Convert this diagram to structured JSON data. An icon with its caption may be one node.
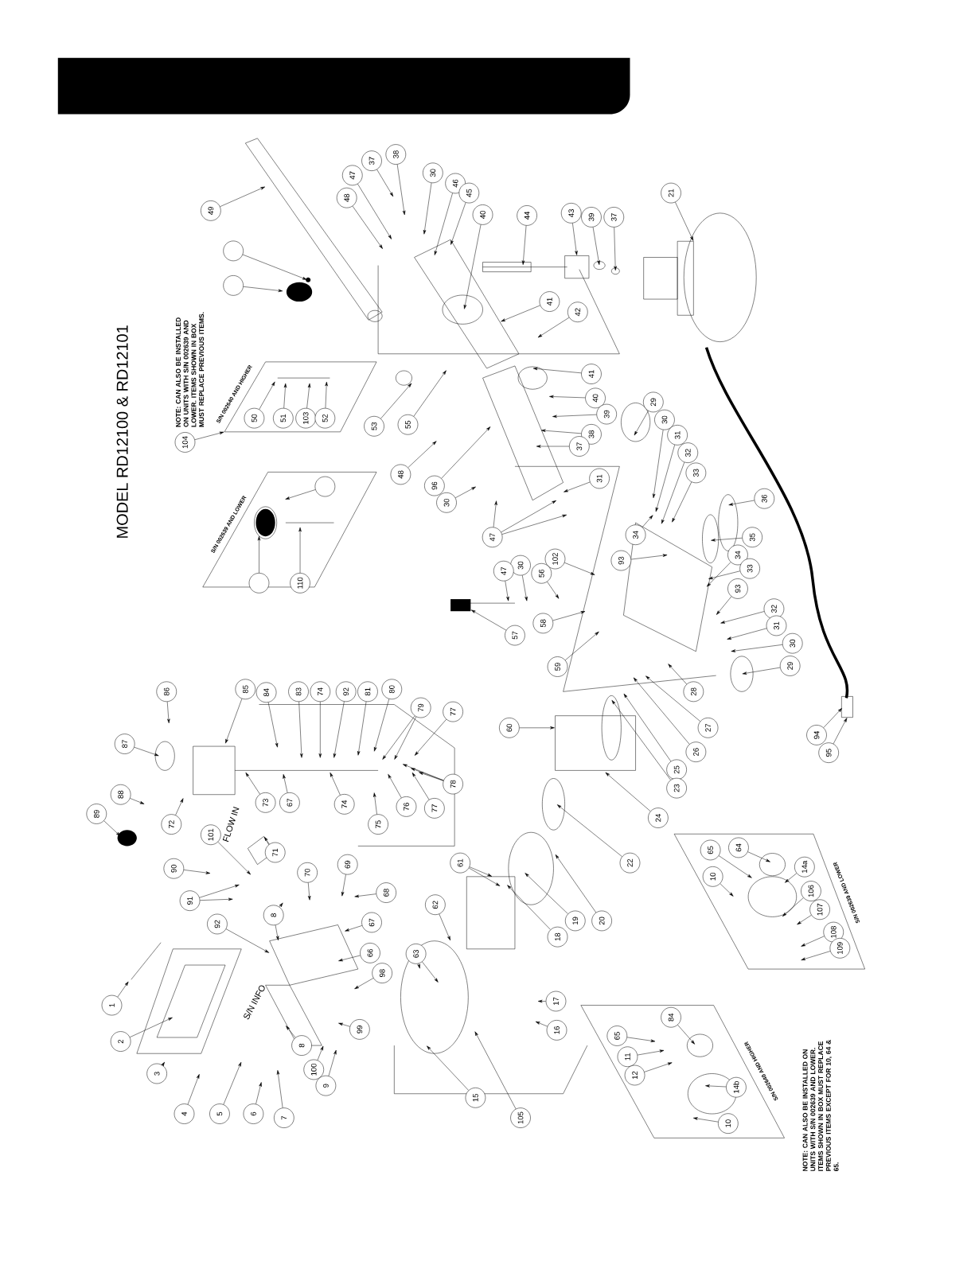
{
  "diagram": {
    "title": "MODEL RD12100 & RD12101",
    "nodes": [
      {
        "text": [
          "49"
        ]
      },
      {
        "text": [],
        "shape": "circle"
      },
      {
        "text": [],
        "shape": "circle"
      },
      {
        "text": [
          "48"
        ]
      },
      {
        "text": [
          "47"
        ]
      },
      {
        "text": [
          "37"
        ]
      },
      {
        "text": [
          "38"
        ]
      },
      {
        "text": [
          "30"
        ]
      },
      {
        "text": [
          "46"
        ]
      },
      {
        "text": [
          "45"
        ]
      },
      {
        "text": [
          "40"
        ]
      },
      {
        "text": [
          "44"
        ]
      },
      {
        "text": [
          "43"
        ]
      },
      {
        "text": [
          "39"
        ]
      },
      {
        "text": [
          "37"
        ]
      },
      {
        "text": [
          "21"
        ]
      },
      {
        "text": [
          "41"
        ]
      },
      {
        "text": [
          "42"
        ]
      },
      {
        "text": [
          "41"
        ]
      },
      {
        "text": [
          "40"
        ]
      },
      {
        "text": [
          "39"
        ]
      },
      {
        "text": [
          "38"
        ]
      },
      {
        "text": [
          "37"
        ]
      },
      {
        "text": [
          "55"
        ]
      },
      {
        "text": [
          "53"
        ]
      },
      {
        "text": [
          "48"
        ]
      },
      {
        "text": [
          "96"
        ]
      },
      {
        "text": [
          "30"
        ]
      },
      {
        "text": [
          "31"
        ]
      },
      {
        "text": [
          "47"
        ]
      },
      {
        "text": [
          "29"
        ]
      },
      {
        "text": [
          "30"
        ]
      },
      {
        "text": [
          "31"
        ]
      },
      {
        "text": [
          "32"
        ]
      },
      {
        "text": [
          "33"
        ]
      },
      {
        "text": [
          "36"
        ]
      },
      {
        "text": [
          "35"
        ]
      },
      {
        "text": [
          "34"
        ]
      },
      {
        "text": [
          "93"
        ]
      },
      {
        "text": [
          "34"
        ]
      },
      {
        "text": [
          "33"
        ]
      },
      {
        "text": [
          "93"
        ]
      },
      {
        "text": [
          "32"
        ]
      },
      {
        "text": [
          "31"
        ]
      },
      {
        "text": [
          "30"
        ]
      },
      {
        "text": [
          "29"
        ]
      },
      {
        "text": [
          "102"
        ]
      },
      {
        "text": [
          "56"
        ]
      },
      {
        "text": [
          "30"
        ]
      },
      {
        "text": [
          "47"
        ]
      },
      {
        "text": [
          "57"
        ]
      },
      {
        "text": [
          "58"
        ]
      },
      {
        "text": [
          "59"
        ]
      },
      {
        "text": [
          "60"
        ]
      },
      {
        "text": [
          "28"
        ]
      },
      {
        "text": [
          "27"
        ]
      },
      {
        "text": [
          "26"
        ]
      },
      {
        "text": [
          "25"
        ]
      },
      {
        "text": [
          "23"
        ]
      },
      {
        "text": [
          "24"
        ]
      },
      {
        "text": [
          "22"
        ]
      },
      {
        "text": [
          "20"
        ]
      },
      {
        "text": [
          "19"
        ]
      },
      {
        "text": [
          "18"
        ]
      },
      {
        "text": [
          "61"
        ]
      },
      {
        "text": [
          "62"
        ]
      },
      {
        "text": [
          "63"
        ]
      },
      {
        "text": [
          "17"
        ]
      },
      {
        "text": [
          "16"
        ]
      },
      {
        "text": [
          "15"
        ]
      },
      {
        "text": [
          "105"
        ]
      },
      {
        "text": [
          "94"
        ]
      },
      {
        "text": [
          "95"
        ]
      },
      {
        "text": [
          "86"
        ]
      },
      {
        "text": [
          "87"
        ]
      },
      {
        "text": [
          "88"
        ]
      },
      {
        "text": [
          "89"
        ]
      },
      {
        "text": [
          "72"
        ]
      },
      {
        "text": [
          "85"
        ]
      },
      {
        "text": [
          "84"
        ]
      },
      {
        "text": [
          "83"
        ]
      },
      {
        "text": [
          "74"
        ]
      },
      {
        "text": [
          "92"
        ]
      },
      {
        "text": [
          "81"
        ]
      },
      {
        "text": [
          "80"
        ]
      },
      {
        "text": [
          "79"
        ]
      },
      {
        "text": [
          "77"
        ]
      },
      {
        "text": [
          "78"
        ]
      },
      {
        "text": [
          "77"
        ]
      },
      {
        "text": [
          "76"
        ]
      },
      {
        "text": [
          "75"
        ]
      },
      {
        "text": [
          "74"
        ]
      },
      {
        "text": [
          "67"
        ]
      },
      {
        "text": [
          "73"
        ]
      },
      {
        "text": [
          "71"
        ]
      },
      {
        "text": [
          "101"
        ]
      },
      {
        "text": [
          "90"
        ]
      },
      {
        "text": [
          "91"
        ]
      },
      {
        "text": [
          "92"
        ]
      },
      {
        "text": [
          "70"
        ]
      },
      {
        "text": [
          "69"
        ]
      },
      {
        "text": [
          "8"
        ]
      },
      {
        "text": [
          "67"
        ]
      },
      {
        "text": [
          "68"
        ]
      },
      {
        "text": [
          "66"
        ]
      },
      {
        "text": [
          "98"
        ]
      },
      {
        "text": [
          "99"
        ]
      },
      {
        "text": [
          "100"
        ]
      },
      {
        "text": [
          "9"
        ]
      },
      {
        "text": [
          "8"
        ]
      },
      {
        "text": [
          "7"
        ]
      },
      {
        "text": [
          "6"
        ]
      },
      {
        "text": [
          "5"
        ]
      },
      {
        "text": [
          "4"
        ]
      },
      {
        "text": [
          "3"
        ]
      },
      {
        "text": [
          "2"
        ]
      },
      {
        "text": [
          "1"
        ]
      },
      {
        "text": [
          "S/N 002640 AND HIGHER"
        ]
      },
      {
        "text": [
          "104"
        ]
      },
      {
        "text": [
          "50"
        ],
        "in": 117
      },
      {
        "text": [
          "51"
        ],
        "in": 117
      },
      {
        "text": [
          "103"
        ],
        "in": 117
      },
      {
        "text": [
          "52"
        ],
        "in": 117
      },
      {
        "text": [
          "S/N 002639 AND LOWER"
        ]
      },
      {
        "text": [],
        "shape": "circle",
        "in": 123
      },
      {
        "text": [],
        "shape": "circle",
        "in": 123
      },
      {
        "text": [
          "110"
        ],
        "in": 123
      },
      {
        "text": [
          "S/N 002639 AND LOWER"
        ]
      },
      {
        "text": [
          "65"
        ],
        "in": 127
      },
      {
        "text": [
          "64"
        ],
        "in": 127
      },
      {
        "text": [
          "10"
        ],
        "in": 127
      },
      {
        "text": [
          "14a"
        ],
        "in": 127
      },
      {
        "text": [
          "106"
        ],
        "in": 127
      },
      {
        "text": [
          "107"
        ],
        "in": 127
      },
      {
        "text": [
          "108"
        ],
        "in": 127
      },
      {
        "text": [
          "109"
        ],
        "in": 127
      },
      {
        "text": [
          "S/N 002640 AND HIGHER"
        ]
      },
      {
        "text": [
          "65"
        ],
        "in": 136
      },
      {
        "text": [
          "11"
        ],
        "in": 136
      },
      {
        "text": [
          "12"
        ],
        "in": 136
      },
      {
        "text": [
          "84"
        ],
        "in": 136
      },
      {
        "text": [
          "14b"
        ],
        "in": 136
      },
      {
        "text": [
          "10"
        ],
        "in": 136
      }
    ],
    "edges": [
      {
        "from": 0,
        "to": null,
        "arrow": "to"
      },
      {
        "from": 1,
        "to": null,
        "arrow": "to"
      },
      {
        "from": 2,
        "to": null,
        "arrow": "to"
      },
      {
        "from": 3,
        "to": null,
        "arrow": "to"
      },
      {
        "from": 4,
        "to": null,
        "arrow": "to"
      },
      {
        "from": 5,
        "to": null,
        "arrow": "to"
      },
      {
        "from": 6,
        "to": null,
        "arrow": "to"
      },
      {
        "from": 7,
        "to": null,
        "arrow": "to"
      },
      {
        "from": 8,
        "to": null,
        "arrow": "to"
      },
      {
        "from": 9,
        "to": null,
        "arrow": "to"
      },
      {
        "from": 10,
        "to": null,
        "arrow": "to"
      },
      {
        "from": 11,
        "to": null,
        "arrow": "to"
      },
      {
        "from": 12,
        "to": null,
        "arrow": "to"
      },
      {
        "from": 13,
        "to": null,
        "arrow": "to"
      },
      {
        "from": 14,
        "to": null,
        "arrow": "to"
      },
      {
        "from": 15,
        "to": null,
        "arrow": "to"
      },
      {
        "from": 16,
        "to": null,
        "arrow": "to"
      },
      {
        "from": 17,
        "to": null,
        "arrow": "to"
      },
      {
        "from": 18,
        "to": null,
        "arrow": "to"
      },
      {
        "from": 19,
        "to": null,
        "arrow": "to"
      },
      {
        "from": 20,
        "to": null,
        "arrow": "to"
      },
      {
        "from": 21,
        "to": null,
        "arrow": "to"
      },
      {
        "from": 22,
        "to": null,
        "arrow": "to"
      },
      {
        "from": 23,
        "to": null,
        "arrow": "to"
      },
      {
        "from": 24,
        "to": null,
        "arrow": "to"
      },
      {
        "from": 25,
        "to": null,
        "arrow": "to"
      },
      {
        "from": 26,
        "to": null,
        "arrow": "to"
      },
      {
        "from": 27,
        "to": null,
        "arrow": "to"
      },
      {
        "from": 28,
        "to": null,
        "arrow": "to"
      },
      {
        "from": 29,
        "to": null,
        "arrow": "to"
      },
      {
        "from": 29,
        "to": null,
        "arrow": "to"
      },
      {
        "from": 29,
        "to": null,
        "arrow": "to"
      },
      {
        "from": 30,
        "to": null,
        "arrow": "to"
      },
      {
        "from": 31,
        "to": null,
        "arrow": "to"
      },
      {
        "from": 32,
        "to": null,
        "arrow": "to"
      },
      {
        "from": 33,
        "to": null,
        "arrow": "to"
      },
      {
        "from": 34,
        "to": null,
        "arrow": "to"
      },
      {
        "from": 35,
        "to": null,
        "arrow": "to"
      },
      {
        "from": 36,
        "to": null,
        "arrow": "to"
      },
      {
        "from": 37,
        "to": null,
        "arrow": "to"
      },
      {
        "from": 38,
        "to": null,
        "arrow": "to"
      },
      {
        "from": 39,
        "to": null,
        "arrow": "to"
      },
      {
        "from": 40,
        "to": null,
        "arrow": "to"
      },
      {
        "from": 41,
        "to": null,
        "arrow": "to"
      },
      {
        "from": 42,
        "to": null,
        "arrow": "to"
      },
      {
        "from": 43,
        "to": null,
        "arrow": "to"
      },
      {
        "from": 44,
        "to": null,
        "arrow": "to"
      },
      {
        "from": 45,
        "to": null,
        "arrow": "to"
      },
      {
        "from": 46,
        "to": null,
        "arrow": "to"
      },
      {
        "from": 47,
        "to": null,
        "arrow": "to"
      },
      {
        "from": 48,
        "to": null,
        "arrow": "to"
      },
      {
        "from": 49,
        "to": null,
        "arrow": "to"
      },
      {
        "from": 50,
        "to": null,
        "arrow": "to"
      },
      {
        "from": 51,
        "to": null,
        "arrow": "to"
      },
      {
        "from": 52,
        "to": null,
        "arrow": "to"
      },
      {
        "from": 53,
        "to": null,
        "arrow": "to"
      },
      {
        "from": 54,
        "to": null,
        "arrow": "to"
      },
      {
        "from": 55,
        "to": null,
        "arrow": "to"
      },
      {
        "from": 56,
        "to": null,
        "arrow": "to"
      },
      {
        "from": 57,
        "to": null,
        "arrow": "to"
      },
      {
        "from": 58,
        "to": null,
        "arrow": "to"
      },
      {
        "from": 59,
        "to": null,
        "arrow": "to"
      },
      {
        "from": 60,
        "to": null,
        "arrow": "to"
      },
      {
        "from": 61,
        "to": null,
        "arrow": "to"
      },
      {
        "from": 62,
        "to": null,
        "arrow": "to"
      },
      {
        "from": 63,
        "to": null,
        "arrow": "to"
      },
      {
        "from": 64,
        "to": null,
        "arrow": "to"
      },
      {
        "from": 64,
        "to": null,
        "arrow": "to"
      },
      {
        "from": 65,
        "to": null,
        "arrow": "to"
      },
      {
        "from": 66,
        "to": null,
        "arrow": "to"
      },
      {
        "from": 66,
        "to": null,
        "arrow": "to"
      },
      {
        "from": 67,
        "to": null,
        "arrow": "to"
      },
      {
        "from": 68,
        "to": null,
        "arrow": "to"
      },
      {
        "from": 69,
        "to": null,
        "arrow": "to"
      },
      {
        "from": 70,
        "to": null,
        "arrow": "to"
      },
      {
        "from": 71,
        "to": null,
        "arrow": "to"
      },
      {
        "from": 72,
        "to": null,
        "arrow": "to"
      },
      {
        "from": 73,
        "to": null,
        "arrow": "to"
      },
      {
        "from": 74,
        "to": null,
        "arrow": "to"
      },
      {
        "from": 75,
        "to": null,
        "arrow": "to"
      },
      {
        "from": 76,
        "to": null,
        "arrow": "to"
      },
      {
        "from": 77,
        "to": null,
        "arrow": "to"
      },
      {
        "from": 78,
        "to": null,
        "arrow": "to"
      },
      {
        "from": 79,
        "to": null,
        "arrow": "to"
      },
      {
        "from": 80,
        "to": null,
        "arrow": "to"
      },
      {
        "from": 81,
        "to": null,
        "arrow": "to"
      },
      {
        "from": 82,
        "to": null,
        "arrow": "to"
      },
      {
        "from": 83,
        "to": null,
        "arrow": "to"
      },
      {
        "from": 84,
        "to": null,
        "arrow": "to"
      },
      {
        "from": 85,
        "to": null,
        "arrow": "to"
      },
      {
        "from": 85,
        "to": null,
        "arrow": "to"
      },
      {
        "from": 86,
        "to": null,
        "arrow": "to"
      },
      {
        "from": 87,
        "to": null,
        "arrow": "to"
      },
      {
        "from": 87,
        "to": null,
        "arrow": "to"
      },
      {
        "from": 87,
        "to": null,
        "arrow": "to"
      },
      {
        "from": 88,
        "to": null,
        "arrow": "to"
      },
      {
        "from": 89,
        "to": null,
        "arrow": "to"
      },
      {
        "from": 90,
        "to": null,
        "arrow": "to"
      },
      {
        "from": 91,
        "to": null,
        "arrow": "to"
      },
      {
        "from": 92,
        "to": null,
        "arrow": "to"
      },
      {
        "from": 93,
        "to": null,
        "arrow": "to"
      },
      {
        "from": 94,
        "to": null,
        "arrow": "to"
      },
      {
        "from": 95,
        "to": null,
        "arrow": "to"
      },
      {
        "from": 96,
        "to": null,
        "arrow": "to"
      },
      {
        "from": 97,
        "to": null,
        "arrow": "to"
      },
      {
        "from": 97,
        "to": null,
        "arrow": "to"
      },
      {
        "from": 98,
        "to": null,
        "arrow": "to"
      },
      {
        "from": 99,
        "to": null,
        "arrow": "to"
      },
      {
        "from": 100,
        "to": null,
        "arrow": "to"
      },
      {
        "from": 101,
        "to": null,
        "arrow": "to"
      },
      {
        "from": 101,
        "to": null,
        "arrow": "to"
      },
      {
        "from": 102,
        "to": null,
        "arrow": "to"
      },
      {
        "from": 103,
        "to": null,
        "arrow": "to"
      },
      {
        "from": 104,
        "to": null,
        "arrow": "to"
      },
      {
        "from": 105,
        "to": null,
        "arrow": "to"
      },
      {
        "from": 106,
        "to": null,
        "arrow": "to"
      },
      {
        "from": 107,
        "to": null,
        "arrow": "to"
      },
      {
        "from": 108,
        "to": null,
        "arrow": "to"
      },
      {
        "from": 109,
        "to": null,
        "arrow": "to"
      },
      {
        "from": 110,
        "to": null,
        "arrow": "to"
      },
      {
        "from": 111,
        "to": null,
        "arrow": "to"
      },
      {
        "from": 112,
        "to": null,
        "arrow": "to"
      },
      {
        "from": 113,
        "to": null,
        "arrow": "to"
      },
      {
        "from": 114,
        "to": null,
        "arrow": "to"
      },
      {
        "from": 115,
        "to": null,
        "arrow": "to"
      },
      {
        "from": 116,
        "to": null,
        "arrow": "to"
      },
      {
        "from": 118,
        "to": 117,
        "arrow": "to"
      },
      {
        "from": 119,
        "to": null,
        "arrow": "to"
      },
      {
        "from": 120,
        "to": null,
        "arrow": "to"
      },
      {
        "from": 121,
        "to": null,
        "arrow": "to"
      },
      {
        "from": 122,
        "to": null,
        "arrow": "to"
      },
      {
        "from": 124,
        "to": null,
        "arrow": "to"
      },
      {
        "from": 125,
        "to": null,
        "arrow": "to"
      },
      {
        "from": 126,
        "to": null,
        "arrow": "to"
      },
      {
        "from": 128,
        "to": null,
        "arrow": "to"
      },
      {
        "from": 129,
        "to": null,
        "arrow": "to"
      },
      {
        "from": 130,
        "to": null,
        "arrow": "to"
      },
      {
        "from": 131,
        "to": null,
        "arrow": "to"
      },
      {
        "from": 132,
        "to": null,
        "arrow": "to"
      },
      {
        "from": 133,
        "to": null,
        "arrow": "to"
      },
      {
        "from": 134,
        "to": null,
        "arrow": "to"
      },
      {
        "from": 135,
        "to": null,
        "arrow": "to"
      },
      {
        "from": 137,
        "to": null,
        "arrow": "to"
      },
      {
        "from": 138,
        "to": null,
        "arrow": "to"
      },
      {
        "from": 139,
        "to": null,
        "arrow": "to"
      },
      {
        "from": 140,
        "to": null,
        "arrow": "to"
      },
      {
        "from": 141,
        "to": null,
        "arrow": "to"
      },
      {
        "from": 142,
        "to": null,
        "arrow": "to"
      }
    ],
    "labels": [
      "NOTE: CAN ALSO BE INSTALLED ON UNITS WITH S/N 002639 AND LOWER. ITEMS SHOWN IN BOX MUST REPLACE PREVIOUS ITEMS.",
      "FLOW IN",
      "S/N INFO",
      "NOTE: CAN ALSO BE INSTALLED ON UNITS WITH S/N 002639 AND LOWER. ITEMS SHOWN IN BOX MUST REPLACE PREVIOUS ITEMS EXCEPT FOR 10, 64 & 65."
    ]
  }
}
